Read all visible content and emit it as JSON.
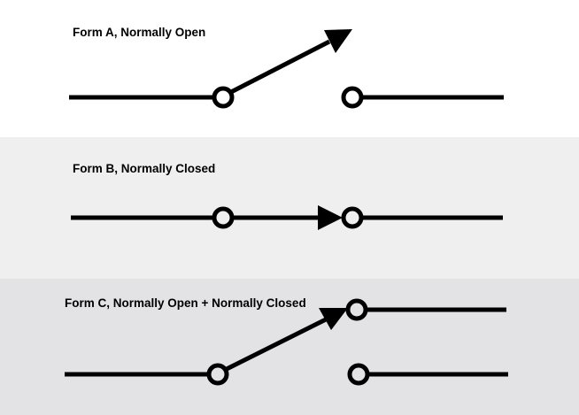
{
  "colors": {
    "panel_a_bg": "#ffffff",
    "panel_b_bg": "#efefef",
    "panel_c_bg": "#e3e3e6",
    "stroke": "#000000"
  },
  "form_a": {
    "title": "Form A, Normally Open"
  },
  "form_b": {
    "title": "Form B, Normally Closed"
  },
  "form_c": {
    "title": "Form C, Normally Open + Normally Closed"
  }
}
